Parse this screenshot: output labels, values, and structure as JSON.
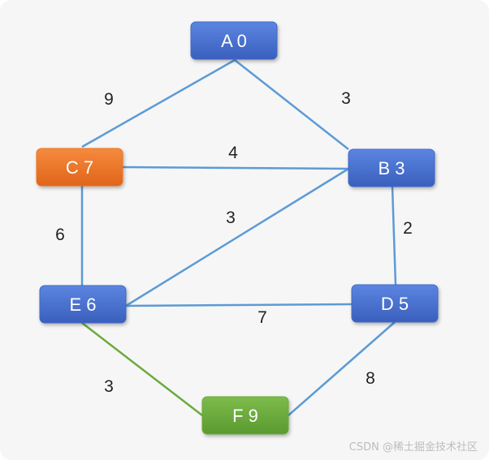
{
  "nodes": [
    {
      "id": "A",
      "label": "A 0",
      "color": "#4169c9"
    },
    {
      "id": "B",
      "label": "B 3",
      "color": "#4169c9"
    },
    {
      "id": "C",
      "label": "C 7",
      "color": "#ed7424"
    },
    {
      "id": "D",
      "label": "D 5",
      "color": "#4169c9"
    },
    {
      "id": "E",
      "label": "E 6",
      "color": "#4169c9"
    },
    {
      "id": "F",
      "label": "F 9",
      "color": "#6aab3c"
    }
  ],
  "edges": [
    {
      "from": "A",
      "to": "C",
      "weight": "9",
      "color": "#5b9bd5"
    },
    {
      "from": "A",
      "to": "B",
      "weight": "3",
      "color": "#5b9bd5"
    },
    {
      "from": "C",
      "to": "B",
      "weight": "4",
      "color": "#5b9bd5"
    },
    {
      "from": "E",
      "to": "B",
      "weight": "3",
      "color": "#5b9bd5"
    },
    {
      "from": "B",
      "to": "D",
      "weight": "2",
      "color": "#5b9bd5"
    },
    {
      "from": "C",
      "to": "E",
      "weight": "6",
      "color": "#5b9bd5"
    },
    {
      "from": "E",
      "to": "D",
      "weight": "7",
      "color": "#5b9bd5"
    },
    {
      "from": "E",
      "to": "F",
      "weight": "3",
      "color": "#6aab3c"
    },
    {
      "from": "D",
      "to": "F",
      "weight": "8",
      "color": "#5b9bd5"
    }
  ],
  "watermark": "CSDN @稀土掘金技术社区"
}
